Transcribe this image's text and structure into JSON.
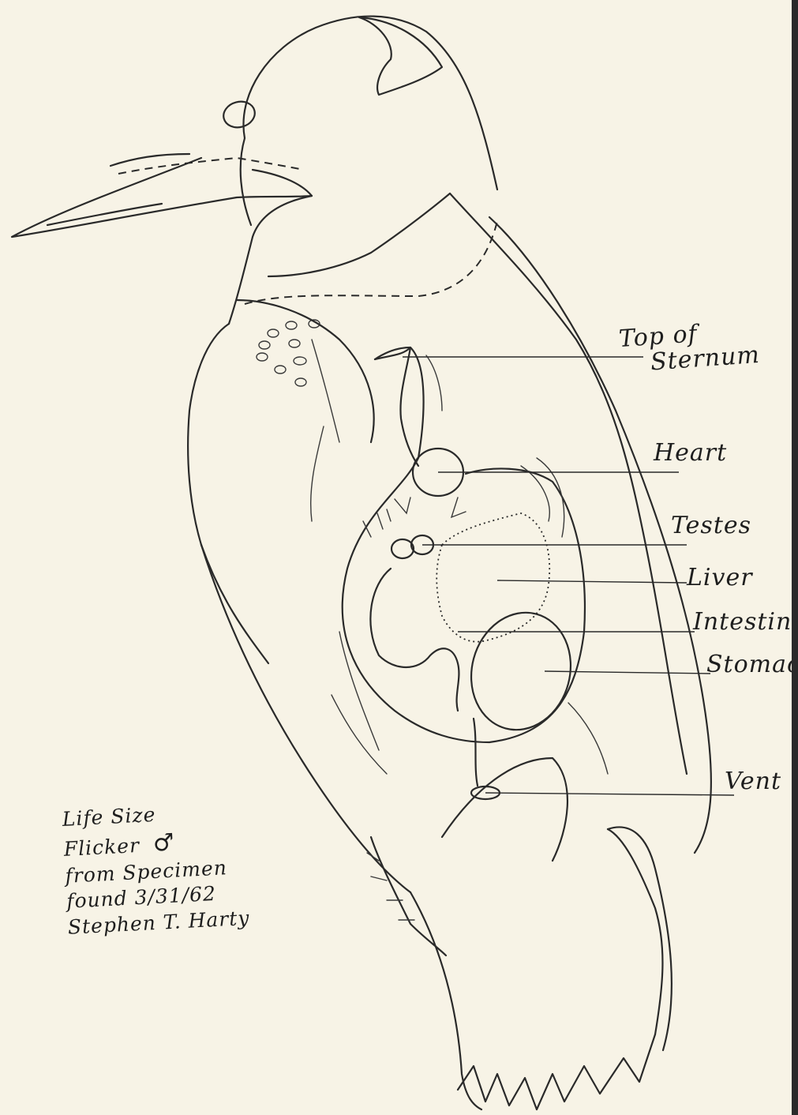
{
  "labels": {
    "top_of_sternum_line1": "Top of",
    "top_of_sternum_line2": "Sternum",
    "heart": "Heart",
    "testes": "Testes",
    "liver": "Liver",
    "intestine": "Intestin",
    "stomach": "Stomac",
    "vent": "Vent"
  },
  "note": {
    "line1": "Life Size",
    "line2_text": "Flicker",
    "line2_symbol": "♂",
    "line3": "from Specimen",
    "line4": "found 3/31/62",
    "line5": "Stephen T. Harty"
  }
}
